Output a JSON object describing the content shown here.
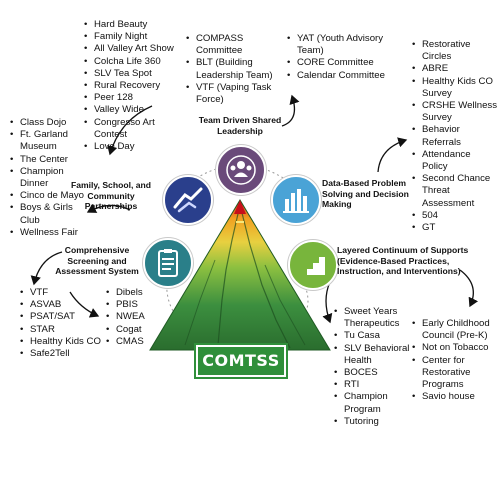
{
  "center_label": "COMTSS",
  "colors": {
    "mountain_green": "#3c8f3f",
    "team_purple": "#6a4a7a",
    "partnership_blue": "#2a3f8c",
    "data_blue": "#4aa3d6",
    "supports_green": "#78b53c",
    "screening_teal": "#2a7f89"
  },
  "team": {
    "icon": "people-group-icon",
    "label": "Team Driven Shared Leadership",
    "list_a": [
      "COMPASS Committee",
      "BLT (Building Leadership Team)",
      "VTF (Vaping Task Force)"
    ],
    "list_b": [
      "YAT (Youth Advisory Team)",
      "CORE Committee",
      "Calendar Committee"
    ]
  },
  "partnerships": {
    "icon": "handshake-icon",
    "label": "Family, School, and Community Partnerships",
    "list_top": [
      "Hard Beauty",
      "Family Night",
      "All Valley Art Show",
      "Colcha Life 360",
      "SLV Tea Spot",
      "Rural Recovery",
      "Peer 128",
      "Valley Wide",
      "Congresso Art Contest",
      "Love Day"
    ],
    "list_left": [
      "Class Dojo",
      "Ft. Garland Museum",
      "The Center",
      "Champion Dinner",
      "Cinco de Mayo",
      "Boys & Girls Club",
      "Wellness Fair"
    ]
  },
  "data": {
    "icon": "bar-chart-icon",
    "label": "Data-Based Problem Solving and Decision Making",
    "list": [
      "Restorative Circles",
      "ABRE",
      "Healthy Kids CO Survey",
      "CRSHE Wellness Survey",
      "Behavior Referrals",
      "Attendance Policy",
      "Second Chance Threat Assessment",
      "504",
      "GT"
    ]
  },
  "supports": {
    "icon": "stairs-icon",
    "label": "Layered Continuum of Supports (Evidence-Based Practices, Instruction, and Interventions)",
    "list_a": [
      "Sweet Years Therapeutics",
      "Tu Casa",
      "SLV Behavioral Health",
      "BOCES",
      "RTI",
      "Champion Program",
      "Tutoring"
    ],
    "list_b": [
      "Early Childhood Council (Pre-K)",
      "Not on Tobacco",
      "Center for Restorative Programs",
      "Savio house"
    ]
  },
  "screening": {
    "icon": "clipboard-icon",
    "label": "Comprehensive Screening and Assessment System",
    "list_a": [
      "VTF",
      "ASVAB",
      "PSAT/SAT",
      "STAR",
      "Healthy Kids CO",
      "Safe2Tell"
    ],
    "list_b": [
      "Dibels",
      "PBIS",
      "NWEA",
      "Cogat",
      "CMAS"
    ]
  }
}
